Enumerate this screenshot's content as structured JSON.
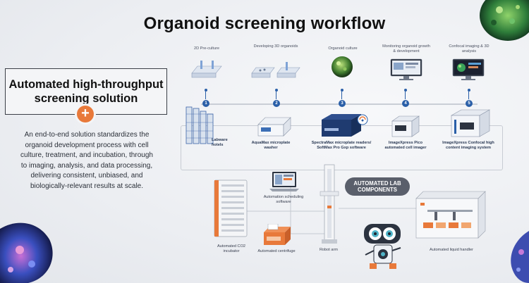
{
  "title": "Organoid screening workflow",
  "headline": "Automated high-throughput screening solution",
  "description": "An end-to-end solution standardizes the organoid development process with cell culture, treatment, and incubation, through to imaging, analysis, and data processing, delivering consistent, unbiased, and biologically-relevant results at scale.",
  "plus_symbol": "+",
  "workflow": {
    "steps": [
      {
        "num": "1",
        "label": "2D Pre-culture"
      },
      {
        "num": "2",
        "label": "Developing 3D organoids"
      },
      {
        "num": "3",
        "label": "Organoid culture"
      },
      {
        "num": "4",
        "label": "Monitoring organoid growth & development"
      },
      {
        "num": "5",
        "label": "Confocal imaging & 3D analysis"
      }
    ]
  },
  "instruments": {
    "labware": "Labware hotels",
    "washer": "AquaMax microplate washer",
    "reader": "SpectraMax microplate readers/ SoftMax Pro Gxp software",
    "pico": "ImageXpress Pico automated cell imager",
    "confocal": "ImageXpress Confocal high content imaging system"
  },
  "lab_components": {
    "badge": "AUTOMATED LAB COMPONENTS",
    "incubator": "Automated CO2 incubator",
    "scheduling": "Automation scheduling software",
    "centrifuge": "Automated centrifuge",
    "robot_arm": "Robot arm",
    "liquid_handler": "Automated liquid handler"
  },
  "colors": {
    "accent": "#e8793a",
    "step_blue": "#2a5fa8",
    "badge_grey": "#5a5f6b"
  }
}
